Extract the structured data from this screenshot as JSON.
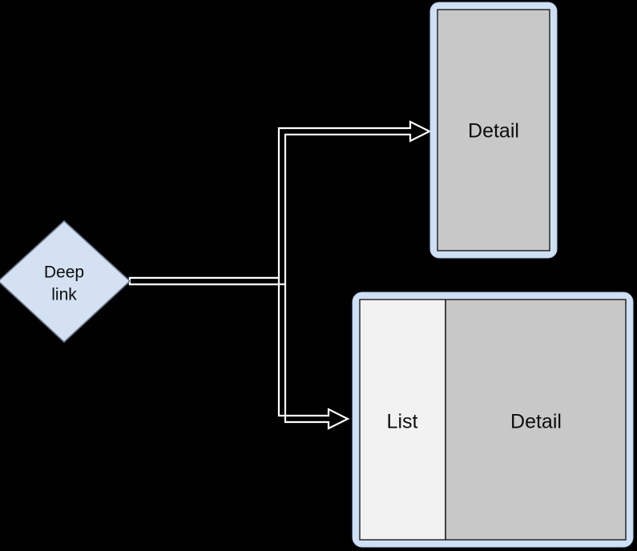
{
  "diagram": {
    "type": "flow-diagram",
    "background_color": "#000000",
    "nodes": [
      {
        "id": "deep-link",
        "shape": "diamond",
        "label_line_1": "Deep",
        "label_line_2": "link",
        "fill_color": "#d4e1f2",
        "stroke_color": "#6b7a8c"
      },
      {
        "id": "phone-detail",
        "shape": "phone-frame",
        "frame_color": "#cfe0f5",
        "screen_color": "#c8c8c8",
        "panes": [
          {
            "id": "detail",
            "label": "Detail",
            "fill_color": "#c8c8c8"
          }
        ]
      },
      {
        "id": "tablet-list-detail",
        "shape": "tablet-frame",
        "frame_color": "#cfe0f5",
        "screen_color": "#c8c8c8",
        "panes": [
          {
            "id": "list",
            "label": "List",
            "fill_color": "#f2f2f2"
          },
          {
            "id": "detail",
            "label": "Detail",
            "fill_color": "#c8c8c8"
          }
        ]
      }
    ],
    "edges": [
      {
        "id": "edge-to-phone",
        "from": "deep-link",
        "to": "phone-detail",
        "style": "hollow-outline",
        "stroke_color": "#ffffff",
        "arrowhead": "open-triangle",
        "label": ""
      },
      {
        "id": "edge-to-tablet",
        "from": "deep-link",
        "to": "tablet-list-detail",
        "style": "hollow-outline",
        "stroke_color": "#ffffff",
        "arrowhead": "open-triangle",
        "label": ""
      }
    ]
  }
}
